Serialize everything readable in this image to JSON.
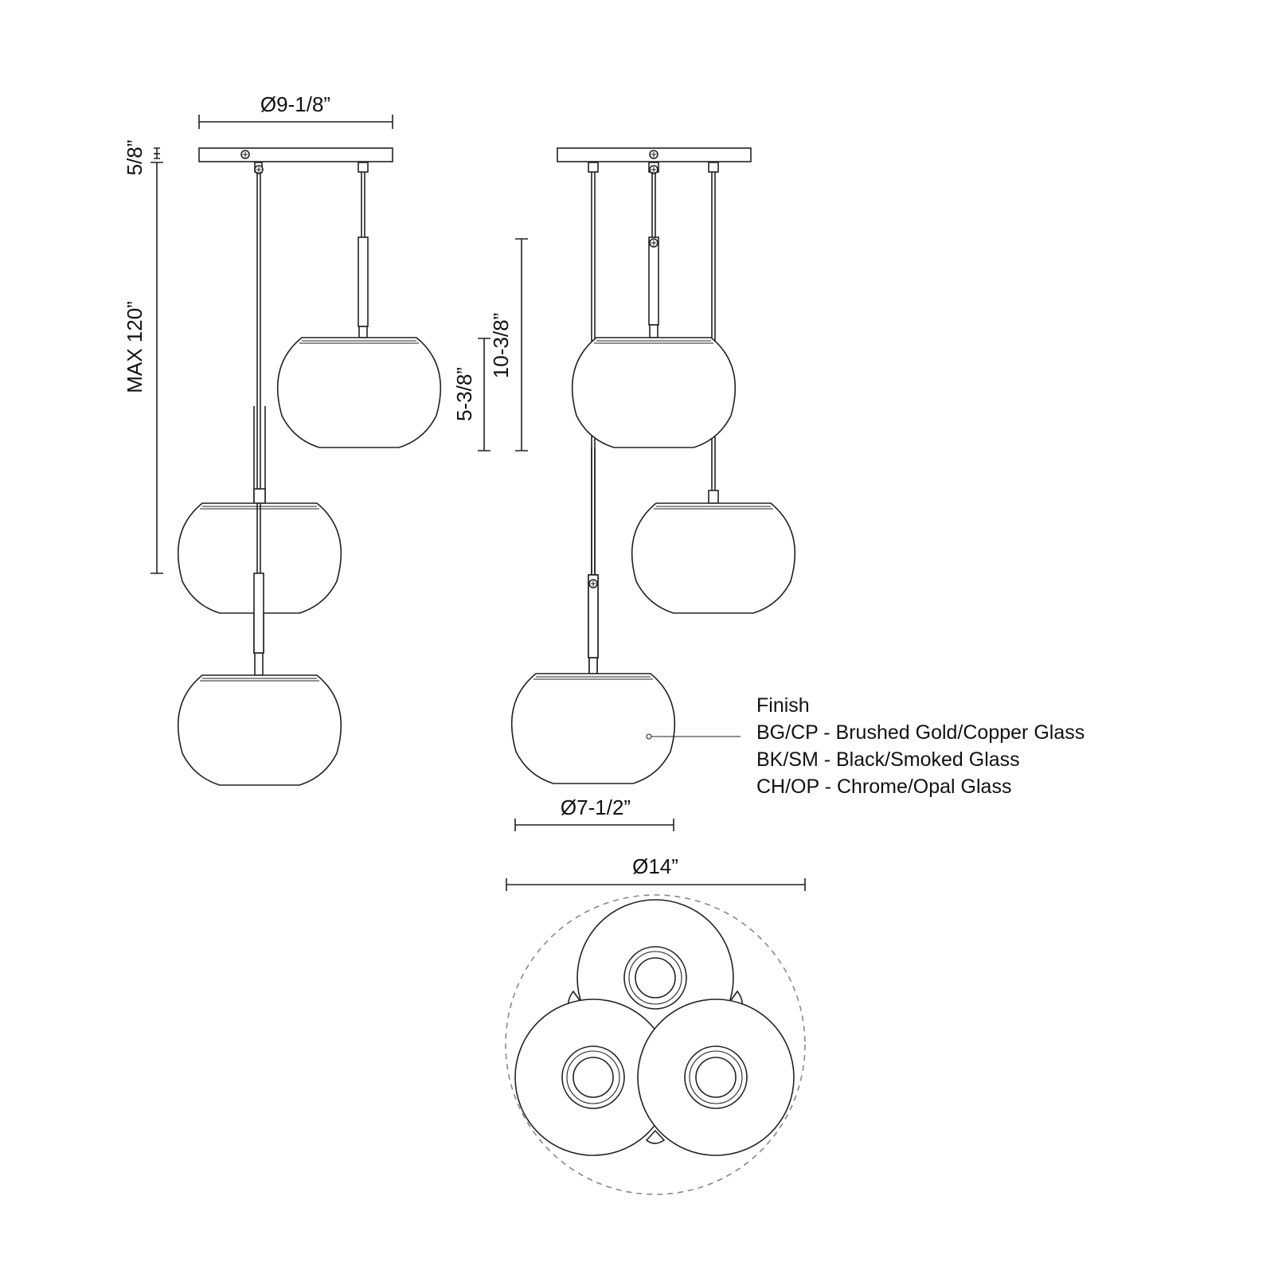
{
  "dimensions": {
    "canopy_diameter": "Ø9-1/8”",
    "canopy_height": "5/8”",
    "max_height": "MAX 120”",
    "shade_height": "5-3/8”",
    "cluster_height": "10-3/8”",
    "shade_diameter": "Ø7-1/2”",
    "overall_diameter": "Ø14”"
  },
  "finish": {
    "heading": "Finish",
    "options": [
      "BG/CP - Brushed Gold/Copper Glass",
      "BK/SM - Black/Smoked Glass",
      "CH/OP - Chrome/Opal Glass"
    ]
  }
}
